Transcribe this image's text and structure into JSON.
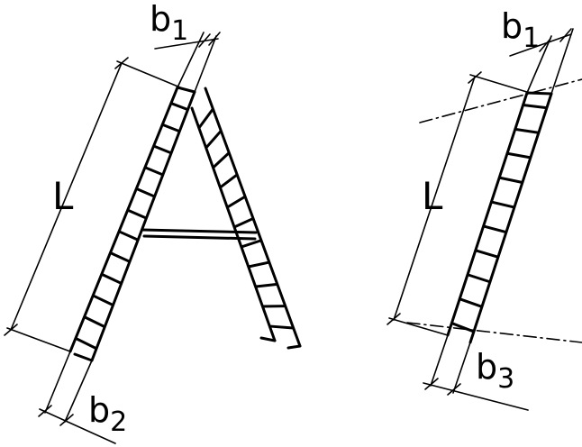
{
  "labels": {
    "stepladder": {
      "length": "L",
      "top_width_letter": "b",
      "top_width_sub": "1",
      "base_width_letter": "b",
      "base_width_sub": "2"
    },
    "single_ladder": {
      "length": "L",
      "top_width_letter": "b",
      "top_width_sub": "1",
      "base_width_letter": "b",
      "base_width_sub": "3"
    }
  },
  "colors": {
    "line": "#000000",
    "background": "#ffffff"
  }
}
